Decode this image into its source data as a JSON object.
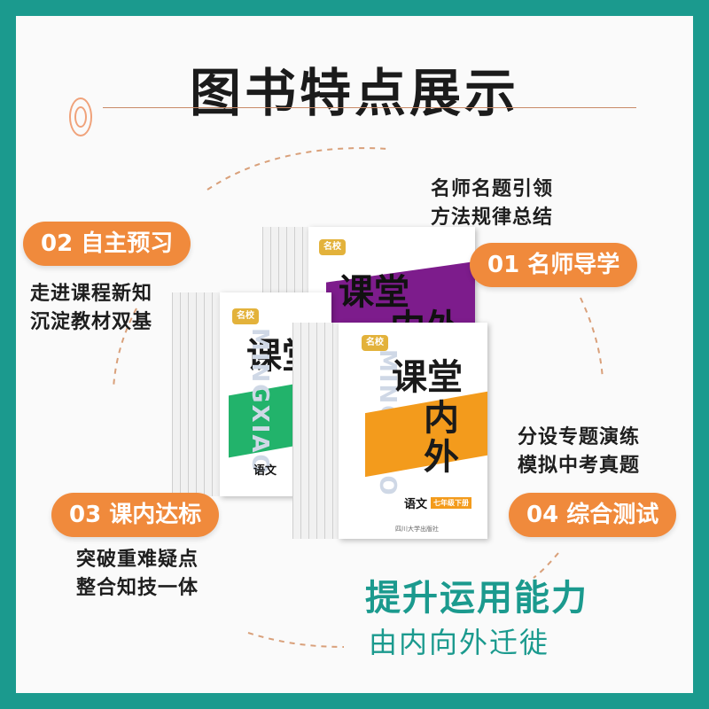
{
  "page": {
    "title": "图书特点展示"
  },
  "features": [
    {
      "label": "02 自主预习",
      "lines": [
        "走进课程新知",
        "沉淀教材双基"
      ]
    },
    {
      "label": "01 名师导学",
      "lines": [
        "名师名题引领",
        "方法规律总结"
      ]
    },
    {
      "label": "03 课内达标",
      "lines": [
        "突破重难疑点",
        "整合知技一体"
      ]
    },
    {
      "label": "04 综合测试",
      "lines": [
        "分设专题演练",
        "模拟中考真题"
      ]
    }
  ],
  "slogan": {
    "main": "提升运用能力",
    "sub": "由内向外迁徙"
  },
  "book": {
    "series_badge": "名校",
    "title_line1": "课堂",
    "title_line2": "内外",
    "watermark": "MINGXIAO",
    "subject": "语文",
    "grade": "七年级下册",
    "publisher": "四川大学出版社"
  },
  "colors": {
    "frame": "#1b9a8e",
    "accent": "#f08a3c",
    "teal_text": "#1b9a8e",
    "purple": "#7d1c8c",
    "green": "#22b36b",
    "orange": "#f39b1c"
  }
}
